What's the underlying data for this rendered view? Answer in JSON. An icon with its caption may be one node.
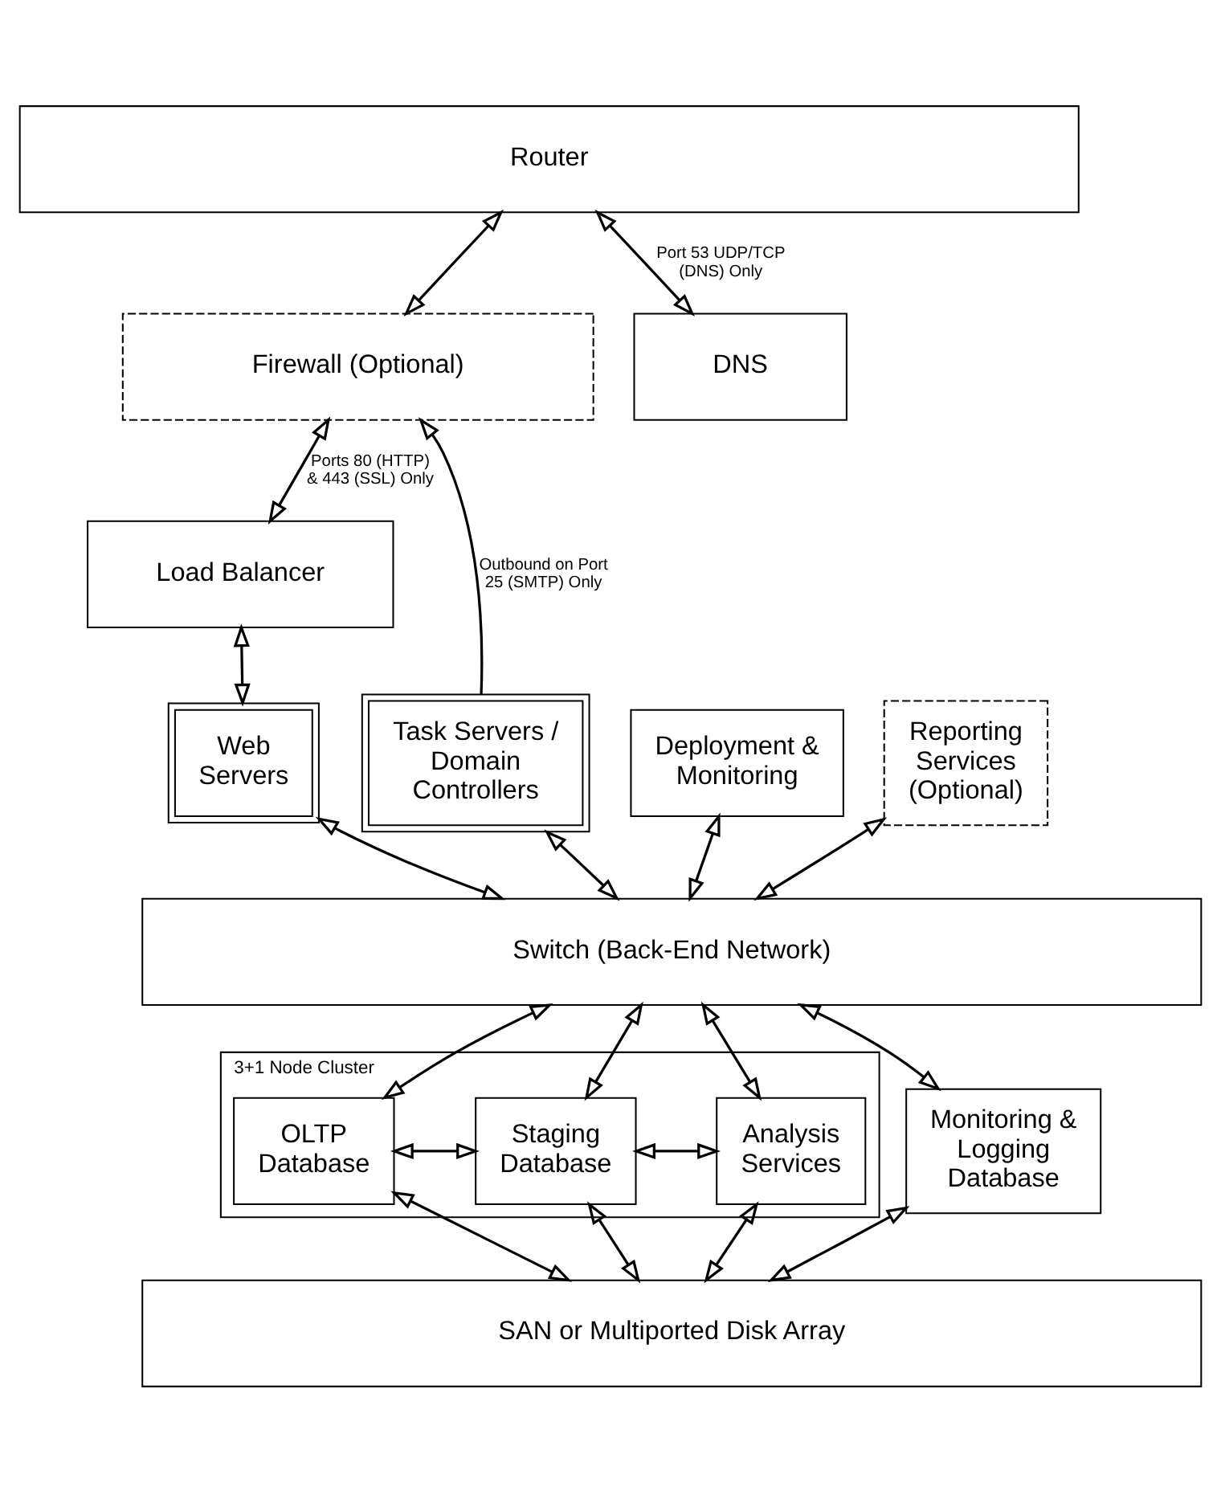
{
  "diagram": {
    "nodes": [
      {
        "text": [
          "Router"
        ]
      },
      {
        "text": [
          "Firewall (Optional)"
        ]
      },
      {
        "text": [
          "DNS"
        ]
      },
      {
        "text": [
          "Load Balancer"
        ]
      },
      {
        "text": [
          "Task Servers / Domain Controllers"
        ]
      },
      {
        "text": [
          "Web Servers"
        ]
      },
      {
        "text": [
          "Deployment & Monitoring"
        ]
      },
      {
        "text": [
          "Reporting Services (Optional)"
        ]
      },
      {
        "text": [
          "Switch (Back-End Network)"
        ]
      },
      {
        "text": [
          "3+1 Node Cluster"
        ]
      },
      {
        "text": [
          "OLTP Database"
        ],
        "in": 9
      },
      {
        "text": [
          "Staging Database"
        ],
        "in": 9
      },
      {
        "text": [
          "Analysis Services"
        ],
        "in": 9
      },
      {
        "text": [
          "Monitoring & Logging Database"
        ]
      },
      {
        "text": [
          "SAN or Multiported Disk Array"
        ]
      }
    ],
    "edges": [
      {
        "from": 0,
        "to": 1,
        "arrow": "both"
      },
      {
        "from": 0,
        "to": 2,
        "arrow": "both",
        "label": "Port 53 UDP/TCP (DNS) Only"
      },
      {
        "from": 1,
        "to": 3,
        "arrow": "both",
        "label": "Ports 80 (HTTP) & 443 (SSL) Only"
      },
      {
        "from": 4,
        "to": 1,
        "arrow": "to",
        "label": "Outbound on Port 25 (SMTP) Only"
      },
      {
        "from": 3,
        "to": 5,
        "arrow": "both"
      },
      {
        "from": 4,
        "to": 8,
        "arrow": "both"
      },
      {
        "from": 5,
        "to": 8,
        "arrow": "both"
      },
      {
        "from": 6,
        "to": 8,
        "arrow": "both"
      },
      {
        "from": 7,
        "to": 8,
        "arrow": "both"
      },
      {
        "from": 8,
        "to": 10,
        "arrow": "both"
      },
      {
        "from": 8,
        "to": 11,
        "arrow": "both"
      },
      {
        "from": 8,
        "to": 12,
        "arrow": "both"
      },
      {
        "from": 8,
        "to": 13,
        "arrow": "both"
      },
      {
        "from": 10,
        "to": 11,
        "arrow": "both"
      },
      {
        "from": 11,
        "to": 12,
        "arrow": "both"
      },
      {
        "from": 10,
        "to": 14,
        "arrow": "both"
      },
      {
        "from": 11,
        "to": 14,
        "arrow": "both"
      },
      {
        "from": 12,
        "to": 14,
        "arrow": "both"
      },
      {
        "from": 13,
        "to": 14,
        "arrow": "both"
      }
    ]
  }
}
